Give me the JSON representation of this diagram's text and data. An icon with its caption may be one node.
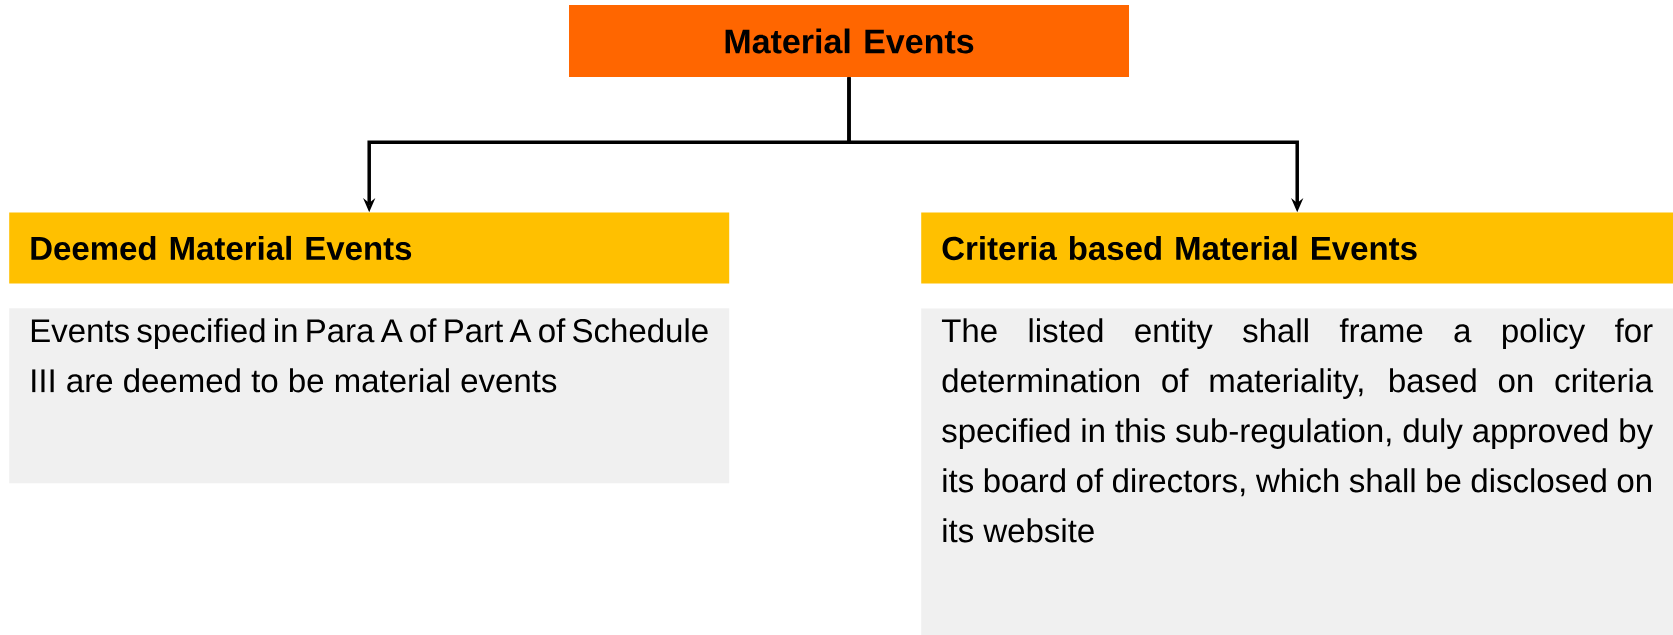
{
  "diagram": {
    "nodes": [
      {
        "text": [
          "Material Events"
        ]
      },
      {
        "text": [
          "Deemed Material Events"
        ]
      },
      {
        "text": [
          "Events specified in Para A of Part A of Schedule III are deemed to be material events"
        ]
      },
      {
        "text": [
          "Criteria based Material Events"
        ]
      },
      {
        "text": [
          "The listed entity shall frame a policy for determination of materiality, based on criteria specified in this sub-regulation, duly approved by its board of directors, which shall be disclosed on its website"
        ]
      }
    ],
    "edges": [
      {
        "from": 0,
        "to": 1,
        "arrow": "to"
      },
      {
        "from": 0,
        "to": 3,
        "arrow": "to"
      }
    ]
  }
}
